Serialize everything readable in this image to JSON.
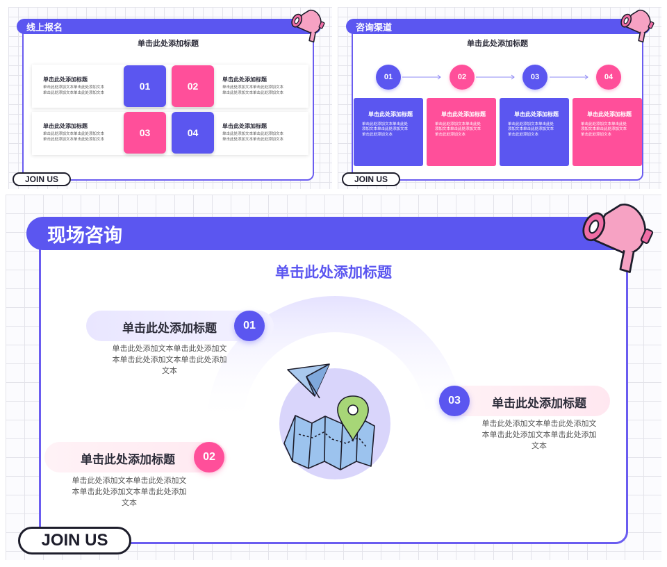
{
  "colors": {
    "purple": "#5b56f0",
    "pink": "#ff4f9a",
    "dark": "#1d1d2b",
    "light_purple": "#ece9ff",
    "light_pink": "#fff0f5"
  },
  "icons": [
    "megaphone-icon",
    "paper-plane-icon",
    "map-icon",
    "location-pin-icon",
    "arrow-right-icon"
  ],
  "slide1": {
    "header": "线上报名",
    "subtitle": "单击此处添加标题",
    "join": "JOIN US",
    "items": [
      {
        "num": "01",
        "title": "单击此处添加标题",
        "line1": "单击此处添加文本单击此处添加文本",
        "line2": "单击此处添加文本单击此处添加文本"
      },
      {
        "num": "02",
        "title": "单击此处添加标题",
        "line1": "单击此处添加文本单击此处添加文本",
        "line2": "单击此处添加文本单击此处添加文本"
      },
      {
        "num": "03",
        "title": "单击此处添加标题",
        "line1": "单击此处添加文本单击此处添加文本",
        "line2": "单击此处添加文本单击此处添加文本"
      },
      {
        "num": "04",
        "title": "单击此处添加标题",
        "line1": "单击此处添加文本单击此处添加文本",
        "line2": "单击此处添加文本单击此处添加文本"
      }
    ]
  },
  "slide2": {
    "header": "咨询渠道",
    "subtitle": "单击此处添加标题",
    "join": "JOIN US",
    "steps": [
      {
        "num": "01",
        "title": "单击此处添加标题",
        "line1": "单击此处添加文本单击此处",
        "line2": "添加文本单击此处添加文本",
        "line3": "单击此处添加文本"
      },
      {
        "num": "02",
        "title": "单击此处添加标题",
        "line1": "单击此处添加文本单击此处",
        "line2": "添加文本单击此处添加文本",
        "line3": "单击此处添加文本"
      },
      {
        "num": "03",
        "title": "单击此处添加标题",
        "line1": "单击此处添加文本单击此处",
        "line2": "添加文本单击此处添加文本",
        "line3": "单击此处添加文本"
      },
      {
        "num": "04",
        "title": "单击此处添加标题",
        "line1": "单击此处添加文本单击此处",
        "line2": "添加文本单击此处添加文本",
        "line3": "单击此处添加文本"
      }
    ]
  },
  "slide3": {
    "header": "现场咨询",
    "subtitle": "单击此处添加标题",
    "join": "JOIN US",
    "points": [
      {
        "num": "01",
        "title": "单击此处添加标题",
        "line1": "单击此处添加文本单击此处添加文",
        "line2": "本单击此处添加文本单击此处添加",
        "line3": "文本"
      },
      {
        "num": "02",
        "title": "单击此处添加标题",
        "line1": "单击此处添加文本单击此处添加文",
        "line2": "本单击此处添加文本单击此处添加",
        "line3": "文本"
      },
      {
        "num": "03",
        "title": "单击此处添加标题",
        "line1": "单击此处添加文本单击此处添加文",
        "line2": "本单击此处添加文本单击此处添加",
        "line3": "文本"
      }
    ]
  }
}
